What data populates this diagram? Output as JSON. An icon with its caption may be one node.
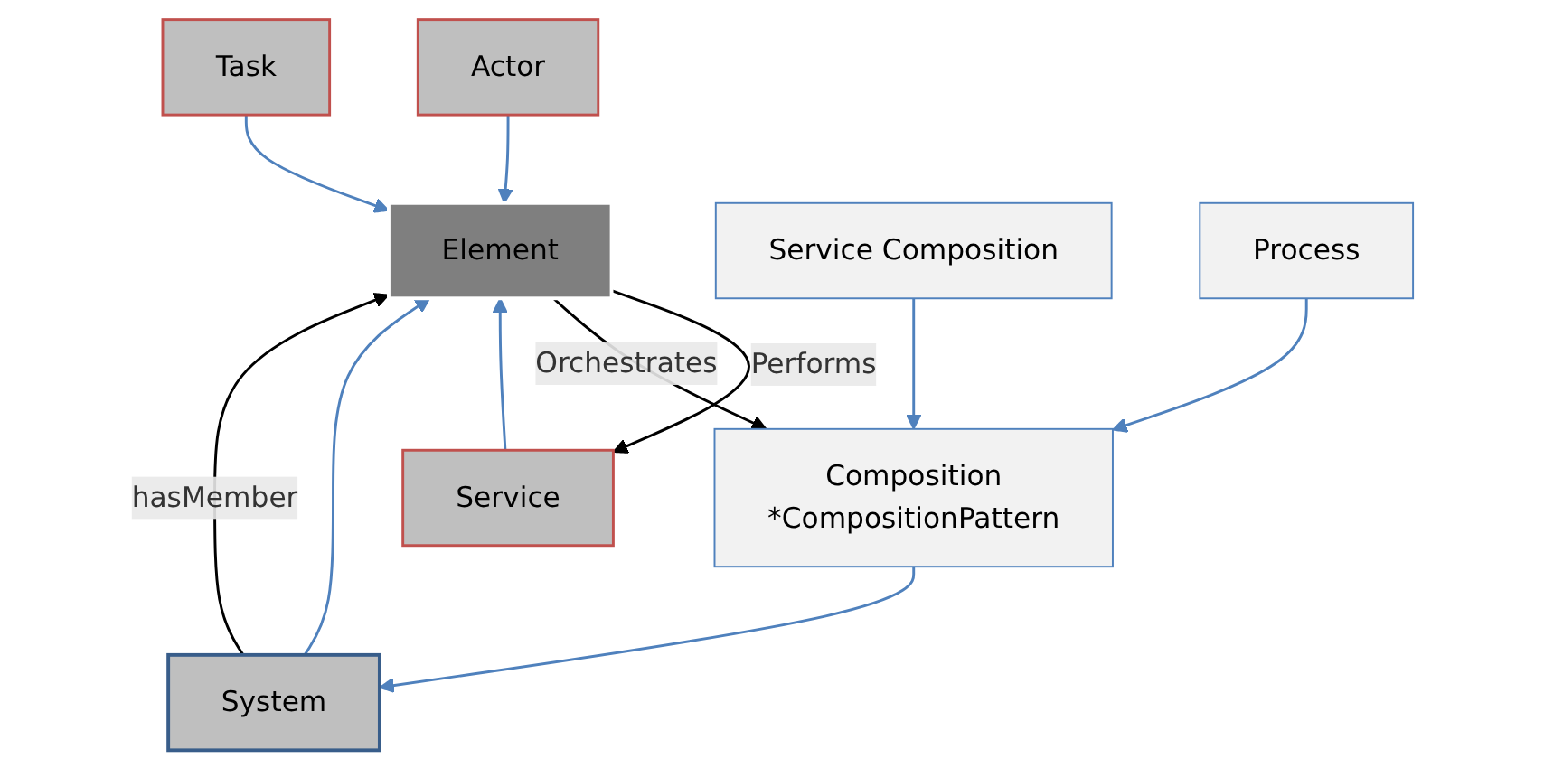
{
  "diagram": {
    "nodes": [
      {
        "text": [
          "Actor"
        ]
      },
      {
        "text": [
          "Task"
        ]
      },
      {
        "text": [
          "System"
        ]
      },
      {
        "text": [
          "Element"
        ]
      },
      {
        "text": [
          "Composition",
          "*CompositionPattern"
        ]
      },
      {
        "text": [
          "Service"
        ]
      },
      {
        "text": [
          "Service Composition"
        ]
      },
      {
        "text": [
          "Process"
        ]
      }
    ],
    "edges": [
      {
        "from": 0,
        "to": 3,
        "arrow": "to"
      },
      {
        "from": 1,
        "to": 3,
        "arrow": "to"
      },
      {
        "from": 3,
        "to": 5,
        "arrow": "to",
        "label": "Performs",
        "color": "#000000"
      },
      {
        "from": 5,
        "to": 3,
        "arrow": "to"
      },
      {
        "from": 3,
        "to": 4,
        "arrow": "to",
        "label": "Orchestrates",
        "color": "#000000"
      },
      {
        "from": 6,
        "to": 4,
        "arrow": "to"
      },
      {
        "from": 7,
        "to": 4,
        "arrow": "to"
      },
      {
        "from": 4,
        "to": 2,
        "arrow": "to"
      },
      {
        "from": 2,
        "to": 3,
        "arrow": "to"
      },
      {
        "from": 2,
        "to": 3,
        "arrow": "to",
        "label": "hasMember",
        "color": "#000000"
      }
    ]
  }
}
